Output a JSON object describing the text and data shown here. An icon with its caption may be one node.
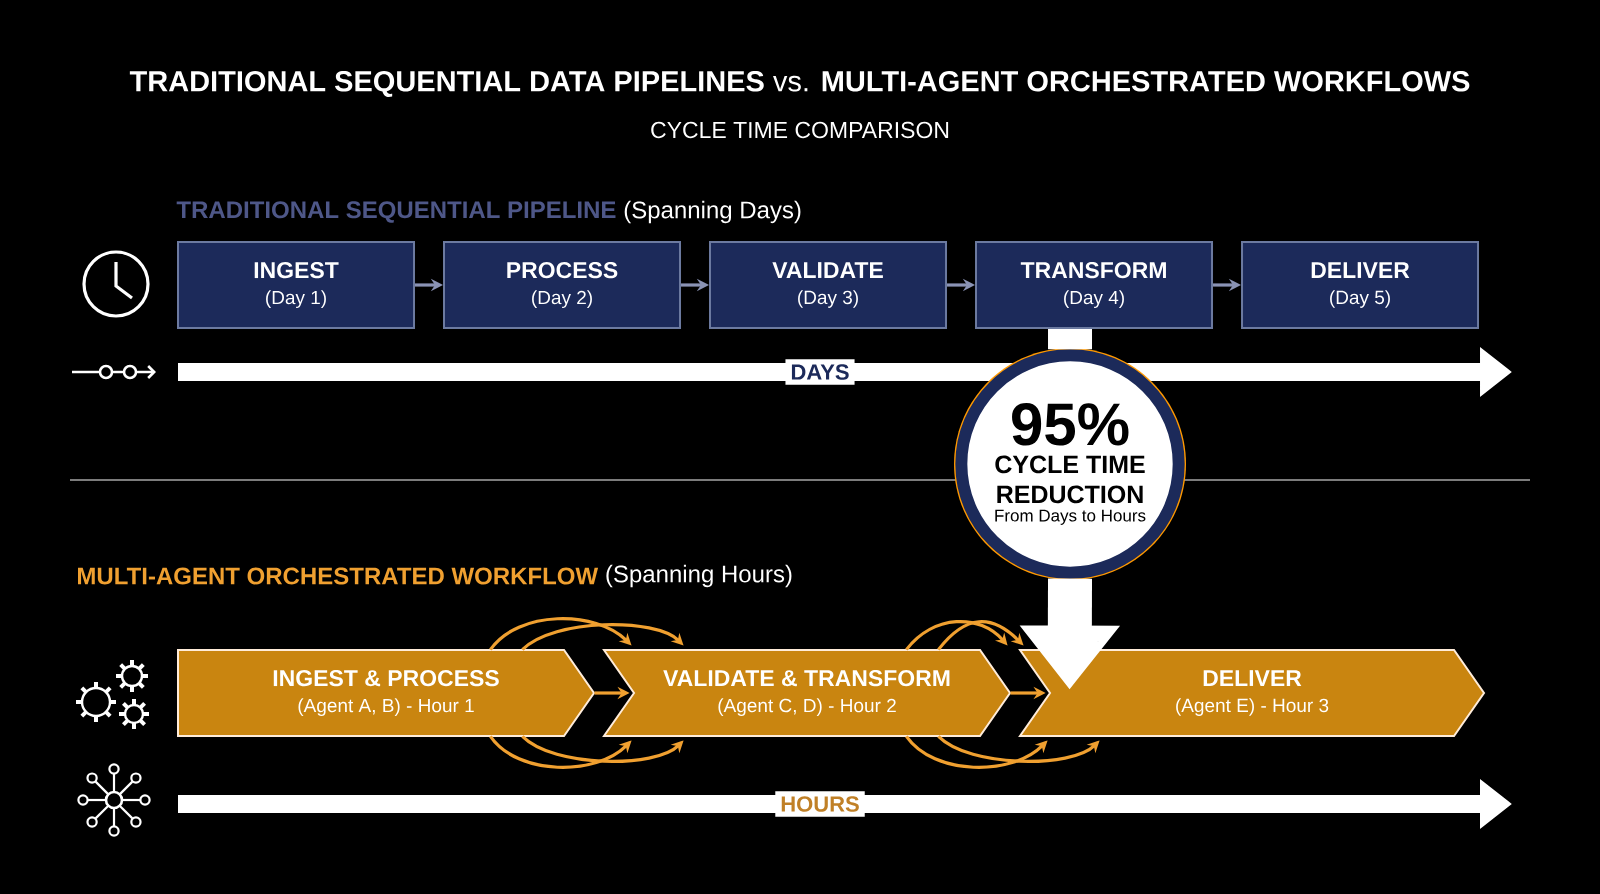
{
  "diagram": {
    "title": "**TRADITIONAL SEQUENTIAL DATA PIPELINES** vs. **MULTI-AGENT ORCHESTRATED WORKFLOWS**",
    "nodes": [
      {
        "text": [
          "INGEST",
          "(Day 1)"
        ]
      },
      {
        "text": [
          "PROCESS",
          "(Day 2)"
        ]
      },
      {
        "text": [
          "VALIDATE",
          "(Day 3)"
        ]
      },
      {
        "text": [
          "TRANSFORM",
          "(Day 4)"
        ]
      },
      {
        "text": [
          "DELIVER",
          "(Day 5)"
        ]
      },
      {
        "text": [
          "INGEST & PROCESS",
          "(Agent A, B) - Hour 1"
        ]
      },
      {
        "text": [
          "VALIDATE & TRANSFORM",
          "(Agent C, D) - Hour 2"
        ]
      },
      {
        "text": [
          "DELIVER",
          "(Agent E) - Hour 3"
        ]
      },
      {
        "text": [
          "95%",
          "CYCLE TIME REDUCTION",
          "From Days to Hours"
        ]
      }
    ],
    "edges": [
      {
        "from": 0,
        "to": 1,
        "arrow": "to",
        "color": "#8a93b5"
      },
      {
        "from": 1,
        "to": 2,
        "arrow": "to",
        "color": "#8a93b5"
      },
      {
        "from": 2,
        "to": 3,
        "arrow": "to",
        "color": "#8a93b5"
      },
      {
        "from": 3,
        "to": 4,
        "arrow": "to",
        "color": "#8a93b5"
      },
      {
        "from": 5,
        "to": 6,
        "arrow": "to"
      },
      {
        "from": 5,
        "to": 6,
        "arrow": "to"
      },
      {
        "from": 5,
        "to": 6,
        "arrow": "to"
      },
      {
        "from": 5,
        "to": 6,
        "arrow": "to"
      },
      {
        "from": 5,
        "to": 6,
        "arrow": "to"
      },
      {
        "from": 6,
        "to": 7,
        "arrow": "to"
      },
      {
        "from": 6,
        "to": 7,
        "arrow": "to"
      },
      {
        "from": 6,
        "to": 7,
        "arrow": "to"
      },
      {
        "from": 6,
        "to": 7,
        "arrow": "to"
      },
      {
        "from": 6,
        "to": 7,
        "arrow": "to"
      },
      {
        "from": 3,
        "to": 8,
        "arrow": "none",
        "style": "thick",
        "color": "#ffffff"
      },
      {
        "from": 8,
        "to": 7,
        "arrow": "to",
        "style": "thick",
        "color": "#ffffff"
      }
    ],
    "labels": [
      "CYCLE TIME COMPARISON",
      "TRADITIONAL SEQUENTIAL PIPELINE",
      "(Spanning Days)",
      "DAYS",
      "MULTI-AGENT ORCHESTRATED WORKFLOW",
      "(Spanning Hours)",
      "HOURS"
    ]
  }
}
